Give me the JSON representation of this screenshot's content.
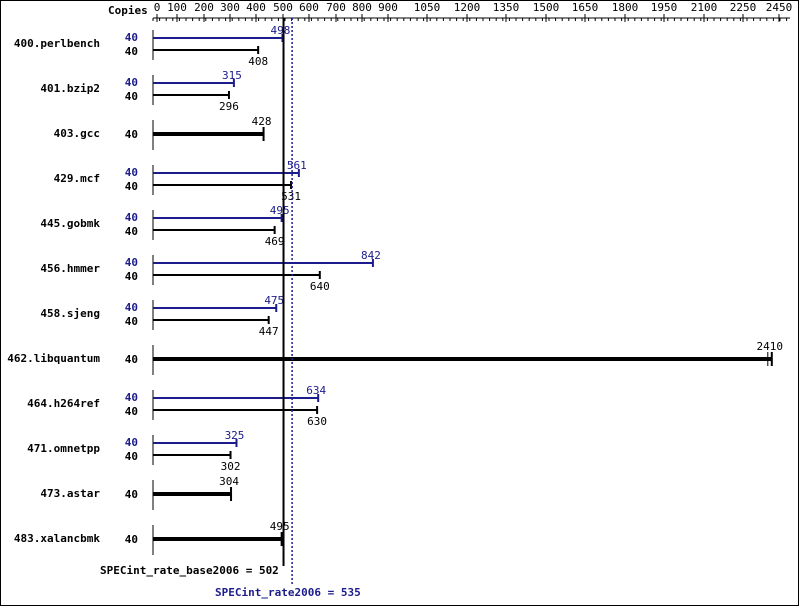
{
  "colors": {
    "base": "#000000",
    "peak": "#1c1c8c",
    "background": "#ffffff",
    "border": "#000000"
  },
  "chart_data": {
    "type": "bar",
    "orientation": "horizontal",
    "axis": {
      "title": "Copies",
      "ticks": [
        0,
        100,
        200,
        300,
        400,
        500,
        600,
        700,
        800,
        900,
        1050,
        1200,
        1350,
        1500,
        1650,
        1800,
        1950,
        2100,
        2250,
        2450
      ]
    },
    "benchmarks": [
      {
        "name": "400.perlbench",
        "peak": 498,
        "peak_copies": "40",
        "base": 408,
        "base_copies": "40"
      },
      {
        "name": "401.bzip2",
        "peak": 315,
        "peak_copies": "40",
        "base": 296,
        "base_copies": "40"
      },
      {
        "name": "403.gcc",
        "peak": null,
        "peak_copies": null,
        "base": 428,
        "base_copies": "40"
      },
      {
        "name": "429.mcf",
        "peak": 561,
        "peak_copies": "40",
        "base": 531,
        "base_copies": "40"
      },
      {
        "name": "445.gobmk",
        "peak": 495,
        "peak_copies": "40",
        "base": 469,
        "base_copies": "40"
      },
      {
        "name": "456.hmmer",
        "peak": 842,
        "peak_copies": "40",
        "base": 640,
        "base_copies": "40"
      },
      {
        "name": "458.sjeng",
        "peak": 475,
        "peak_copies": "40",
        "base": 447,
        "base_copies": "40"
      },
      {
        "name": "462.libquantum",
        "peak": null,
        "peak_copies": null,
        "base": 2410,
        "base_copies": "40"
      },
      {
        "name": "464.h264ref",
        "peak": 634,
        "peak_copies": "40",
        "base": 630,
        "base_copies": "40"
      },
      {
        "name": "471.omnetpp",
        "peak": 325,
        "peak_copies": "40",
        "base": 302,
        "base_copies": "40"
      },
      {
        "name": "473.astar",
        "peak": null,
        "peak_copies": null,
        "base": 304,
        "base_copies": "40"
      },
      {
        "name": "483.xalancbmk",
        "peak": null,
        "peak_copies": null,
        "base": 495,
        "base_copies": "40"
      }
    ],
    "summary": {
      "base": {
        "label": "SPECint_rate_base2006 = 502",
        "value": 502
      },
      "peak": {
        "label": "SPECint_rate2006 = 535",
        "value": 535
      }
    }
  }
}
